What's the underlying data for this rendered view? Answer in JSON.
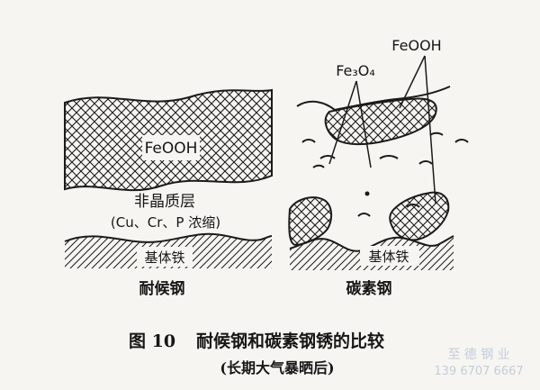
{
  "left_panel": {
    "rust_layer_label": "FeOOH",
    "amorphous_layer_label": "非晶质层",
    "enrichment_label": "(Cu、Cr、P 浓缩)",
    "base_label": "基体铁",
    "steel_name": "耐候钢"
  },
  "right_panel": {
    "fe3o4_label": "Fe₃O₄",
    "feooh_label": "FeOOH",
    "base_label": "基体铁",
    "steel_name": "碳素钢"
  },
  "caption": {
    "figure_number": "图 10",
    "title": "耐候钢和碳素钢锈的比较",
    "subtitle": "(长期大气暴晒后)"
  },
  "watermark": {
    "line1": "至 德 钢 业",
    "line2": "139 6707 6667"
  }
}
